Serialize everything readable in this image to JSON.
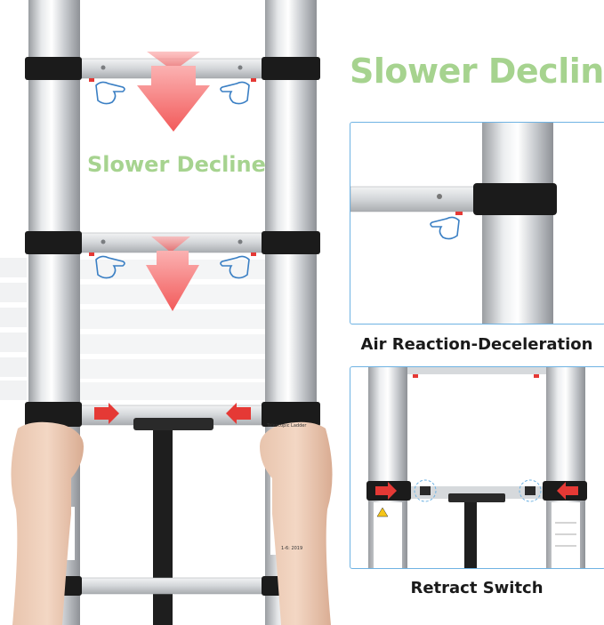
{
  "headings": {
    "main": "Slower Decline",
    "ladder": "Slower Decline"
  },
  "captions": {
    "air": "Air Reaction-Deceleration",
    "retract": "Retract Switch"
  },
  "labels": {
    "sticker_brand": "Telescopic Ladder",
    "sticker_code": "1-6: 2019"
  },
  "colors": {
    "heading_green": "#a6d38f",
    "arrow_red": "#f25a5a",
    "panel_border": "#6fb3e3"
  }
}
